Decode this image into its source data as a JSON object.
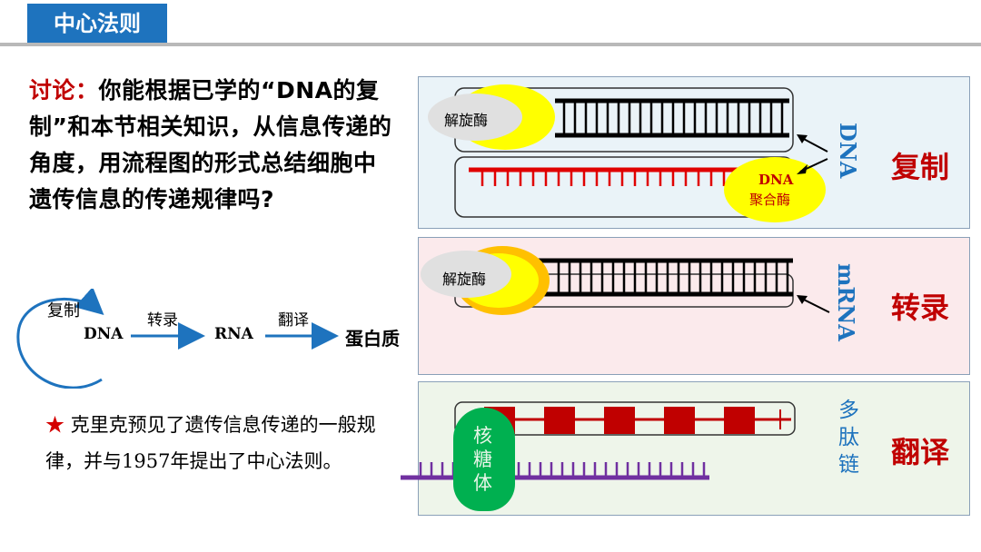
{
  "header": {
    "title": "中心法则"
  },
  "question": {
    "lead": "讨论：",
    "text": "你能根据已学的“DNA的复制”和本节相关知识，从信息传递的角度，用流程图的形式总结细胞中遗传信息的传递规律吗?"
  },
  "flow": {
    "replication_label": "复制",
    "dna": "DNA",
    "transcription_label": "转录",
    "rna": "RNA",
    "translation_label": "翻译",
    "protein": "蛋白质"
  },
  "note": {
    "star": "★",
    "text": " 克里克预见了遗传信息传递的一般规律，并与1957年提出了中心法则。"
  },
  "panels": {
    "replication": {
      "enzyme1": "解旋酶",
      "enzyme2_line1": "DNA",
      "enzyme2_line2": "聚合酶",
      "side_label": "DNA",
      "process": "复制"
    },
    "transcription": {
      "enzyme": "解旋酶",
      "side_label": "mRNA",
      "process": "转录"
    },
    "translation": {
      "ribosome": "核糖体",
      "side_label": "多肽链",
      "process": "翻译"
    }
  },
  "colors": {
    "brand_blue": "#1e73be",
    "red": "#c00000",
    "strand_red": "#e00000",
    "purple": "#7030a0",
    "enzyme_yellow": "#ffff00",
    "ribosome_green": "#00b050"
  }
}
